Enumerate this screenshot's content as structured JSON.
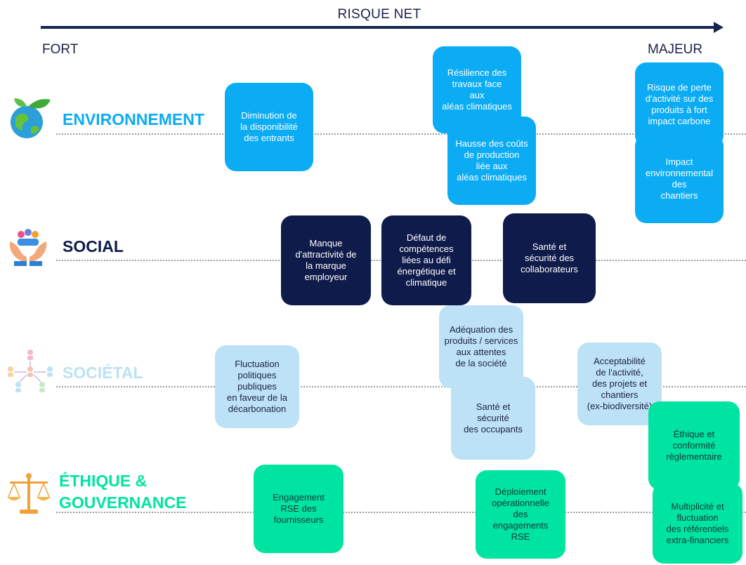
{
  "axis": {
    "title": "RISQUE NET",
    "low_label": "FORT",
    "high_label": "MAJEUR"
  },
  "categories": {
    "environnement": "ENVIRONNEMENT",
    "social": "SOCIAL",
    "societal": "SOCIÉTAL",
    "ethique_line1": "ÉTHIQUE &",
    "ethique_line2": "GOUVERNANCE"
  },
  "colors": {
    "axis": "#16244f",
    "environnement": "#0bacf3",
    "social": "#0f1b4a",
    "societal": "#bde1f5",
    "ethique": "#00e4a1"
  },
  "icons": {
    "environnement": "earth-leaves-icon",
    "social": "hands-people-icon",
    "societal": "network-people-icon",
    "ethique": "scales-icon"
  },
  "risks": {
    "env_inputs": "Diminution de\nla disponibilité\ndes entrants",
    "env_resilience": "Résilience des\ntravaux face\naux\naléas climatiques",
    "env_costs": "Hausse des coûts\nde production\nliée aux\naléas climatiques",
    "env_carbon": "Risque de perte\nd'activité sur des\nproduits à fort\nimpact carbone",
    "env_impact": "Impact\nenvironnemental\ndes\nchantiers",
    "soc_attract": "Manque\nd'attractivité de\nla marque\nemployeur",
    "soc_skills": "Défaut de\ncompétences\nliées au défi\nénergétique et\nclimatique",
    "soc_safety": "Santé et\nsécurité des\ncollaborateurs",
    "sct_policy": "Fluctuation\npolitiques\npubliques\nen faveur de la\ndécarbonation",
    "sct_products": "Adéquation des\nproduits / services\naux attentes\nde la société",
    "sct_occupants": "Santé et\nsécurité\ndes occupants",
    "sct_accept": "Acceptabilité\nde l'activité,\ndes projets et\nchantiers\n(ex-biodiversité)",
    "eth_suppliers": "Engagement\nRSE des\nfournisseurs",
    "eth_deploy": "Déploiement\nopérationnelle\ndes\nengagements\nRSE",
    "eth_compliance": "Éthique et\nconformité\nrèglementaire",
    "eth_standards": "Multiplicité et\nfluctuation\ndes référentiels\nextra-financiers"
  }
}
